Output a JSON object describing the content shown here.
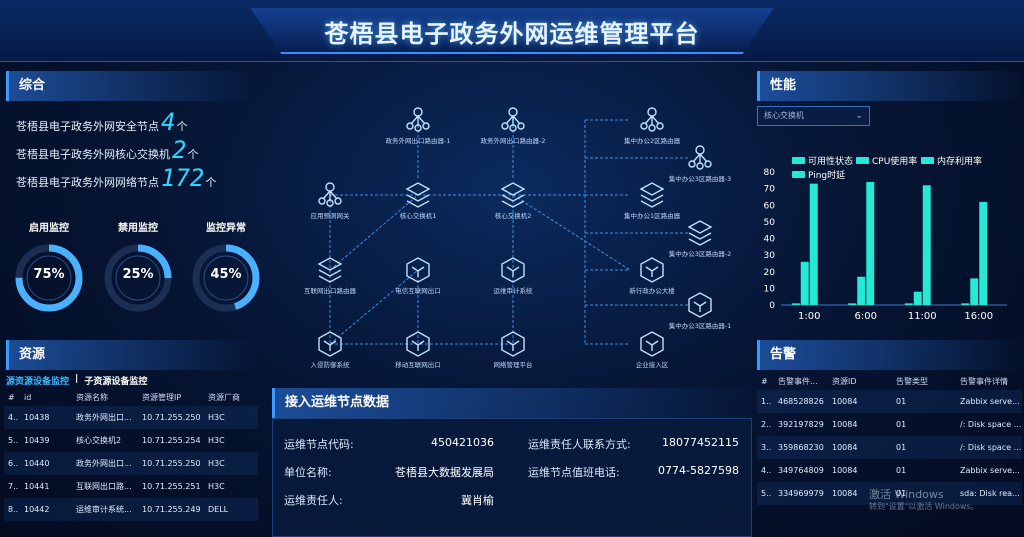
{
  "header": {
    "title": "苍梧县电子政务外网运维管理平台"
  },
  "summary": {
    "title": "综合",
    "lines": [
      {
        "label": "苍梧县电子政务外网安全节点",
        "value": "4",
        "unit": "个"
      },
      {
        "label": "苍梧县电子政务外网核心交换机",
        "value": "2",
        "unit": "个"
      },
      {
        "label": "苍梧县电子政务外网网络节点",
        "value": "172",
        "unit": "个"
      }
    ],
    "gauges": [
      {
        "label": "启用监控",
        "percent": 75,
        "text": "75%"
      },
      {
        "label": "禁用监控",
        "percent": 25,
        "text": "25%"
      },
      {
        "label": "监控异常",
        "percent": 45,
        "text": "45%"
      }
    ]
  },
  "resources": {
    "title": "资源",
    "tabs": [
      "源资源设备监控",
      "|",
      "子资源设备监控"
    ],
    "headers": [
      "#",
      "id",
      "资源名称",
      "资源管理IP",
      "资源厂商"
    ],
    "rows": [
      [
        "4..",
        "10438",
        "政务外网出口...",
        "10.71.255.250",
        "H3C"
      ],
      [
        "5..",
        "10439",
        "核心交换机2",
        "10.71.255.254",
        "H3C"
      ],
      [
        "6..",
        "10440",
        "政务外网出口...",
        "10.71.255.250",
        "H3C"
      ],
      [
        "7..",
        "10441",
        "互联网出口路...",
        "10.71.255.251",
        "H3C"
      ],
      [
        "8..",
        "10442",
        "运维审计系统...",
        "10.71.255.249",
        "DELL"
      ]
    ]
  },
  "topology": {
    "nodes": [
      {
        "id": "r1",
        "label": "政务外网出口路由器-1",
        "icon": "router"
      },
      {
        "id": "r2",
        "label": "政务外网出口路由器-2",
        "icon": "router"
      },
      {
        "id": "r3",
        "label": "集中办公2区路由器",
        "icon": "router"
      },
      {
        "id": "r4",
        "label": "集中办公3区路由器-3",
        "icon": "router"
      },
      {
        "id": "gw",
        "label": "应用预测网关",
        "icon": "router"
      },
      {
        "id": "sw1",
        "label": "核心交换机1",
        "icon": "switch"
      },
      {
        "id": "sw2",
        "label": "核心交换机2",
        "icon": "switch"
      },
      {
        "id": "r5",
        "label": "集中办公1区路由器",
        "icon": "switch"
      },
      {
        "id": "r6",
        "label": "集中办公3区路由器-2",
        "icon": "switch"
      },
      {
        "id": "inet",
        "label": "互联网出口路由器",
        "icon": "switch"
      },
      {
        "id": "tel",
        "label": "电信互联网出口",
        "icon": "cube"
      },
      {
        "id": "audit",
        "label": "运维审计系统",
        "icon": "cube"
      },
      {
        "id": "bldg",
        "label": "新行政办公大楼",
        "icon": "cube"
      },
      {
        "id": "r7",
        "label": "集中办公3区路由器-1",
        "icon": "cube"
      },
      {
        "id": "ips",
        "label": "入侵防御系统",
        "icon": "cube"
      },
      {
        "id": "mob",
        "label": "移动互联网出口",
        "icon": "cube"
      },
      {
        "id": "nms",
        "label": "网络管理平台",
        "icon": "cube"
      },
      {
        "id": "ent",
        "label": "企业接入区",
        "icon": "cube"
      }
    ]
  },
  "access": {
    "title": "接入运维节点数据",
    "left": [
      {
        "label": "运维节点代码:",
        "value": "450421036"
      },
      {
        "label": "单位名称:",
        "value": "苍梧县大数据发展局"
      },
      {
        "label": "运维责任人:",
        "value": "冀肖榆"
      }
    ],
    "right": [
      {
        "label": "运维责任人联系方式:",
        "value": "18077452115"
      },
      {
        "label": "运维节点值班电话:",
        "value": "0774-5827598"
      }
    ]
  },
  "performance": {
    "title": "性能",
    "select": "核心交换机",
    "chart_data": {
      "type": "bar",
      "categories": [
        "1:00",
        "6:00",
        "11:00",
        "16:00"
      ],
      "ylim": [
        0,
        80
      ],
      "yticks": [
        0,
        10,
        20,
        30,
        40,
        50,
        60,
        70,
        80
      ],
      "series": [
        {
          "name": "可用性状态",
          "values": [
            1,
            1,
            1,
            1
          ],
          "color": "#27e8d4"
        },
        {
          "name": "CPU使用率",
          "values": [
            26,
            17,
            8,
            16
          ],
          "color": "#27e8d4"
        },
        {
          "name": "内存利用率",
          "values": [
            73,
            74,
            72,
            62
          ],
          "color": "#27e8d4"
        },
        {
          "name": "Ping时延",
          "values": [
            0,
            0,
            0,
            0
          ],
          "color": "#27e8d4"
        }
      ],
      "legend": "top"
    }
  },
  "alerts": {
    "title": "告警",
    "headers": [
      "#",
      "告警事件...",
      "资源ID",
      "告警类型",
      "告警事件详情"
    ],
    "rows": [
      [
        "1..",
        "468528826",
        "10084",
        "01",
        "Zabbix serve..."
      ],
      [
        "2..",
        "392197829",
        "10084",
        "01",
        "/: Disk space ..."
      ],
      [
        "3..",
        "359868230",
        "10084",
        "01",
        "/: Disk space ..."
      ],
      [
        "4..",
        "349764809",
        "10084",
        "01",
        "Zabbix serve..."
      ],
      [
        "5..",
        "334969979",
        "10084",
        "01",
        "sda: Disk rea..."
      ]
    ]
  },
  "watermark": {
    "line1": "激活 Windows",
    "line2": "转到\"设置\"以激活 Windows。"
  }
}
